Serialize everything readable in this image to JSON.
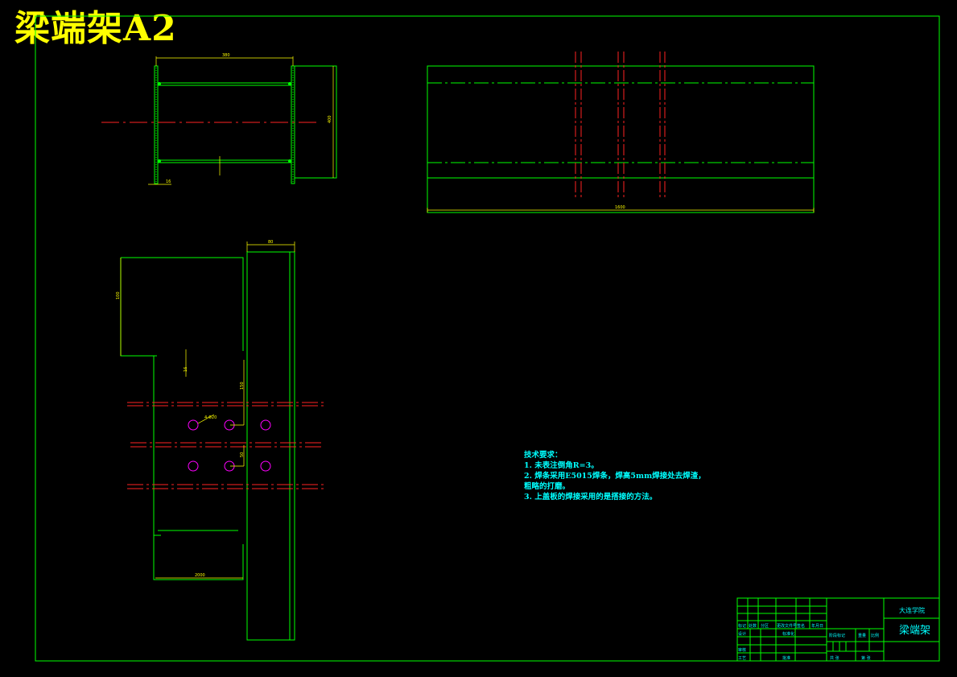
{
  "title": "梁端架A2",
  "tech_requirements": {
    "heading": "技术要求：",
    "items": [
      "1. 未表注倒角R=3。",
      "2. 焊条采用E5015焊条，焊高5mm焊接处去焊渣，",
      "   粗略的打磨。",
      "3. 上盖板的焊接采用的是搭接的方法。"
    ]
  },
  "title_block": {
    "school": "大连学院",
    "part_name": "梁端架",
    "header_labels": [
      "标记",
      "处数",
      "分区",
      "更改文件号",
      "签名",
      "年月日"
    ],
    "left_labels": [
      "设计",
      "审核",
      "工艺"
    ],
    "mid_labels": [
      "标准化",
      "批准"
    ],
    "right_labels": [
      "阶段标记",
      "重量",
      "比例"
    ],
    "sheet_labels": [
      "共 张",
      "第 张"
    ]
  },
  "colors": {
    "outline": "#00ff00",
    "centerline": "#ff2222",
    "dimension": "#ffff00",
    "text": "#00ffff",
    "holes": "#ff00ff",
    "title": "#ffff00"
  }
}
